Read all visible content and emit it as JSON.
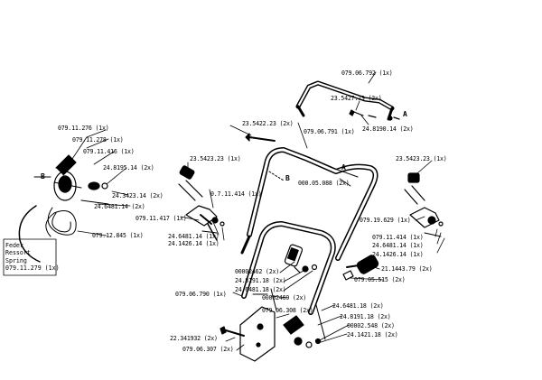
{
  "diagram": {
    "callouts": {
      "p_079_06_792": "079.06.792 (1x)",
      "p_23_5427_73": "23.5427.73 (2x)",
      "p_24_8190_14": "24.8190.14 (2x)",
      "p_23_5422_23": "23.5422.23 (2x)",
      "p_079_06_791": "079.06.791 (1x)",
      "p_000_05_088": "000.05.088 (2x)",
      "p_23_5423_23_left": "23.5423.23 (1x)",
      "p_23_5423_23_right": "23.5423.23 (1x)",
      "p_079_11_276": "079.11.276 (1x)",
      "p_079_11_278": "079.11.278 (1x)",
      "p_079_11_416_top": "079.11.416 (1x)",
      "p_24_8195_14": "24.8195.14 (2x)",
      "p_24_3423_14": "24.3423.14 (2x)",
      "p_24_6481_14_left": "24.6481.14 (2x)",
      "p_079_12_845": "079.12.845 (1x)",
      "p_0_7_11_414": "0.7.11.414 (1x)",
      "p_079_11_417": "079.11.417 (1x)",
      "p_24_6481_14_mid": "24.6481.14 (1x)",
      "p_24_1426_14_mid": "24.1426.14 (1x)",
      "p_079_19_629": "079.19.629 (1x)",
      "p_079_11_414_right": "079.11.414 (1x)",
      "p_24_6481_14_right": "24.6481.14 (1x)",
      "p_24_1426_14_right": "24.1426.14 (1x)",
      "p_00002462": "00002462 (2x)",
      "p_24_8191_18_a": "24.8191.18 (2x)",
      "p_24_6481_18_a": "24.6481.18 (2x)",
      "p_21_1443_79": "21.1443.79 (2x)",
      "p_079_05_515": "079.05.515 (2x)",
      "p_079_06_790": "079.06.790 (1x)",
      "p_00002469": "00002469 (2x)",
      "p_079_06_308": "079.06.308 (2x)",
      "p_24_6481_18_b": "24.6481.18 (2x)",
      "p_24_8191_18_b": "24.8191.18 (2x)",
      "p_00002548": "00002.548 (2x)",
      "p_24_1421_18": "24.1421.18 (2x)",
      "p_22_341932": "22.341932 (2x)",
      "p_079_06_307": "079.06.307 (2x)"
    },
    "markers": {
      "a_top": "A",
      "a_mid": "A",
      "b_left": "B",
      "b_mid": "B"
    },
    "spring_box": {
      "line1": "Feder",
      "line2": "Ressort",
      "line3": "Spring",
      "line4": "079.11.279 (1x)"
    }
  }
}
